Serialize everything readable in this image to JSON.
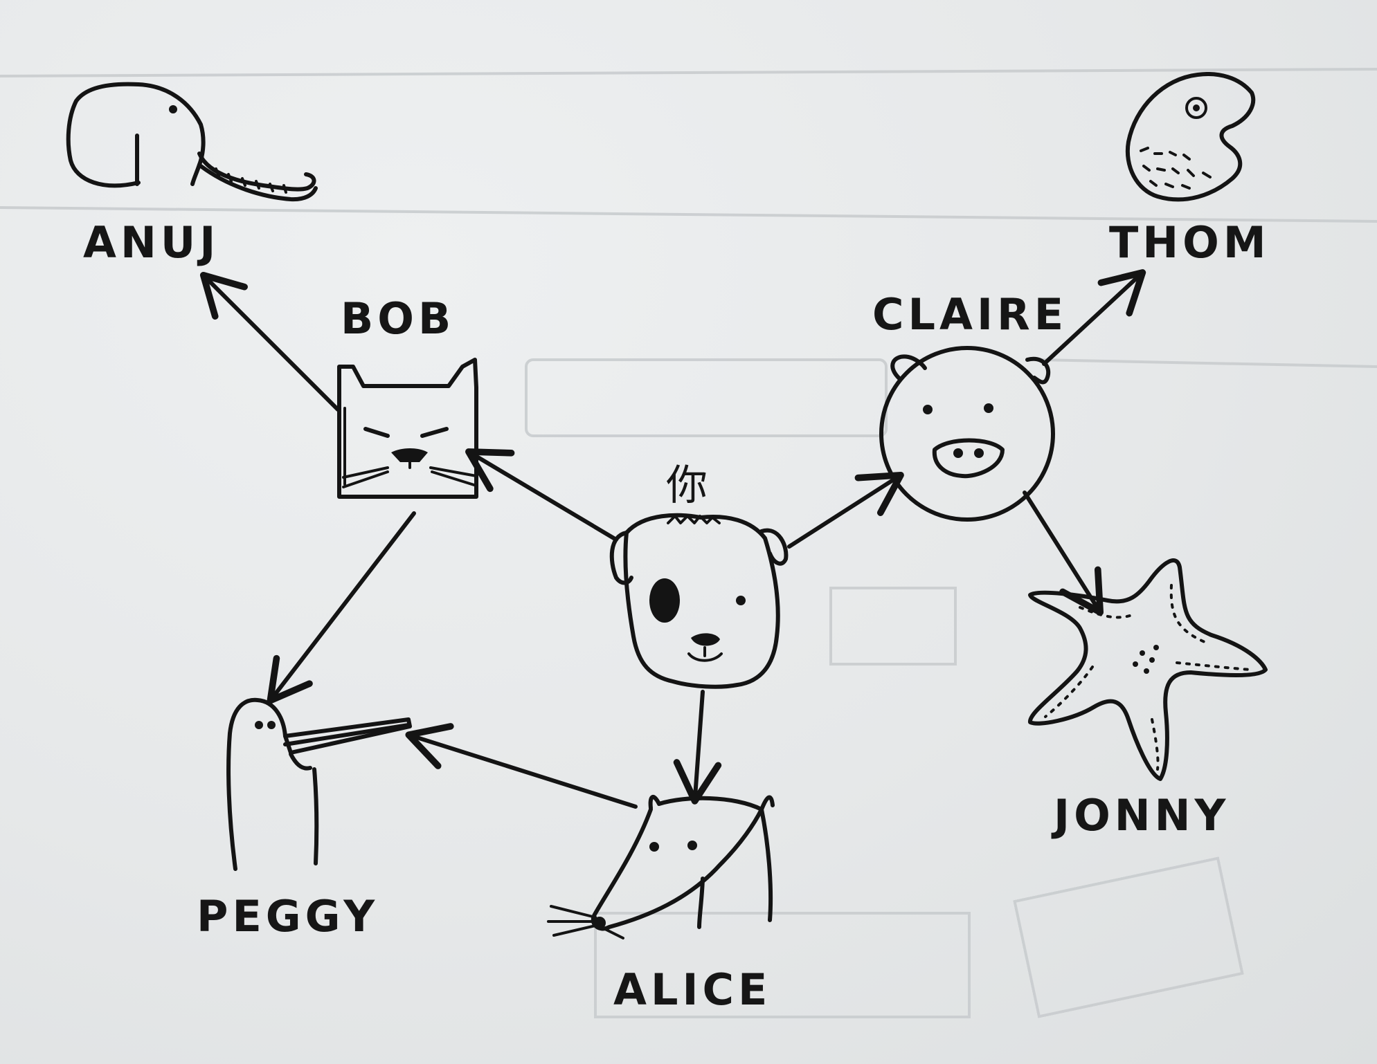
{
  "diagram": {
    "nodes": {
      "you": {
        "label": "你",
        "animal": "dog-icon"
      },
      "bob": {
        "label": "BOB",
        "animal": "cat-icon"
      },
      "claire": {
        "label": "CLAIRE",
        "animal": "pig-icon"
      },
      "alice": {
        "label": "ALICE",
        "animal": "rat-icon"
      },
      "anuj": {
        "label": "ANUJ",
        "animal": "elephant-icon"
      },
      "peggy": {
        "label": "PEGGY",
        "animal": "bird-icon"
      },
      "thom": {
        "label": "THOM",
        "animal": "fish-icon"
      },
      "jonny": {
        "label": "JONNY",
        "animal": "starfish-icon"
      }
    },
    "edges": [
      {
        "from": "you",
        "to": "bob"
      },
      {
        "from": "you",
        "to": "claire"
      },
      {
        "from": "you",
        "to": "alice"
      },
      {
        "from": "bob",
        "to": "anuj"
      },
      {
        "from": "bob",
        "to": "peggy"
      },
      {
        "from": "alice",
        "to": "peggy"
      },
      {
        "from": "claire",
        "to": "thom"
      },
      {
        "from": "claire",
        "to": "jonny"
      }
    ],
    "colors": {
      "ink": "#141414",
      "paper": "#e7e9ea"
    }
  }
}
